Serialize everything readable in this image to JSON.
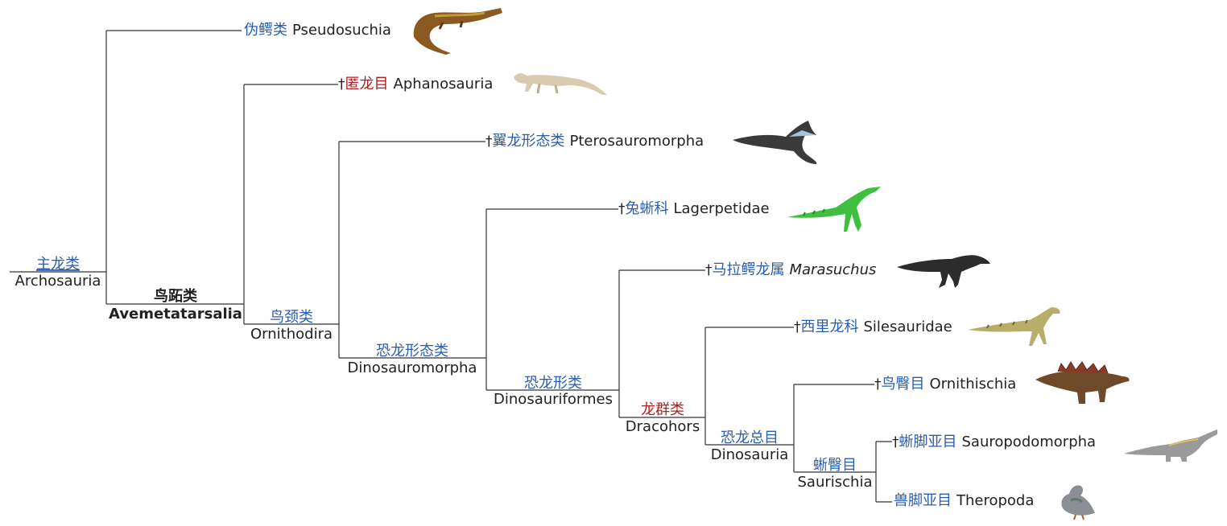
{
  "colors": {
    "link_blue": "#2a5db0",
    "link_red": "#b01e1e",
    "text": "#222222",
    "line": "#333333"
  },
  "root": {
    "cn": "主龙类",
    "en": "Archosauria"
  },
  "clades": {
    "avemetatarsalia": {
      "cn": "鸟跖类",
      "en": "Avemetatarsalia"
    },
    "ornithodira": {
      "cn": "鸟颈类",
      "en": "Ornithodira"
    },
    "dinosauromorpha": {
      "cn": "恐龙形态类",
      "en": "Dinosauromorpha"
    },
    "dinosauriformes": {
      "cn": "恐龙形类",
      "en": "Dinosauriformes"
    },
    "dracohors": {
      "cn": "龙群类",
      "en": "Dracohors"
    },
    "dinosauria": {
      "cn": "恐龙总目",
      "en": "Dinosauria"
    },
    "saurischia": {
      "cn": "蜥臀目",
      "en": "Saurischia"
    }
  },
  "leaves": {
    "pseudosuchia": {
      "dagger": "",
      "cn": "伪鳄类",
      "en": "Pseudosuchia",
      "icon": "crocodile-icon"
    },
    "aphanosauria": {
      "dagger": "†",
      "cn": "匿龙目",
      "en": "Aphanosauria",
      "icon": "aphanosaur-icon"
    },
    "pterosauromorpha": {
      "dagger": "†",
      "cn": "翼龙形态类",
      "en": "Pterosauromorpha",
      "icon": "pterosaur-icon"
    },
    "lagerpetidae": {
      "dagger": "†",
      "cn": "兔蜥科",
      "en": "Lagerpetidae",
      "icon": "lagerpetid-icon"
    },
    "marasuchus": {
      "dagger": "†",
      "cn": "马拉鳄龙属",
      "en": "Marasuchus",
      "icon": "marasuchus-icon"
    },
    "silesauridae": {
      "dagger": "†",
      "cn": "西里龙科",
      "en": "Silesauridae",
      "icon": "silesaurid-icon"
    },
    "ornithischia": {
      "dagger": "†",
      "cn": "鸟臀目",
      "en": "Ornithischia",
      "icon": "stegosaur-icon"
    },
    "sauropodomorpha": {
      "dagger": "†",
      "cn": "蜥脚亚目",
      "en": "Sauropodomorpha",
      "icon": "sauropod-icon"
    },
    "theropoda": {
      "dagger": "",
      "cn": "兽脚亚目",
      "en": "Theropoda",
      "icon": "pigeon-icon"
    }
  }
}
